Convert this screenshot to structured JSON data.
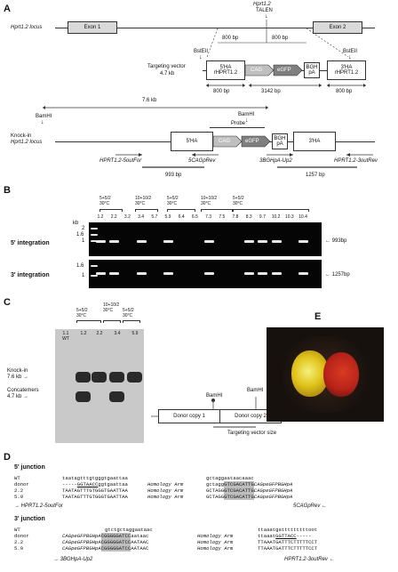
{
  "panel_letters": {
    "a": "A",
    "b": "B",
    "c": "C",
    "d": "D",
    "e": "E"
  },
  "panel_a": {
    "hprt_talen": "Hprt1.2",
    "talen": "TALEN",
    "locus": "Hprt1.2 locus",
    "exon1": "Exon 1",
    "exon2": "Exon 2",
    "bp800_left": "800 bp",
    "bp800_right": "800 bp",
    "bstEII_left": "BstEII",
    "bstEII_right": "BstEII",
    "targeting_vector": "Targeting vector",
    "kb47": "4.7 kb",
    "ha5": "5'HA",
    "rhprt_left": "rHPRT1.2",
    "cag": "CAG",
    "egfp": "eGFP",
    "bgh": "BGH",
    "pa": "pA",
    "ha3": "3'HA",
    "rhprt_right": "rHPRT1.2",
    "dim_800a": "800 bp",
    "dim_3142": "3142 bp",
    "dim_800b": "800 bp",
    "kb76": "7.6 kb",
    "bamhi_left": "BamHI",
    "bamhi_right": "BamHI",
    "probe": "Probe",
    "knockin": "Knock-in",
    "knockin_locus": "Hprt1.2 locus",
    "p_5outfor": "HPRT1.2-5outFor",
    "p_5cagprev": "5CAGpRev",
    "p_3bgh": "3BGHpA-Up2",
    "p_3outrev": "HPRT1.2-3outRev",
    "size993": "993 bp",
    "size1257": "1257 bp"
  },
  "panel_b": {
    "groups": [
      {
        "label1": "5+5/2",
        "label2": "30°C"
      },
      {
        "label1": "10+10/2",
        "label2": "30°C"
      },
      {
        "label1": "5+5/2",
        "label2": "30°C"
      },
      {
        "label1": "10+10/2",
        "label2": "30°C"
      },
      {
        "label1": "5+5/2",
        "label2": "30°C"
      }
    ],
    "lanes": [
      "1.2",
      "2.2",
      "3.2",
      "3.4",
      "5.7",
      "5.9",
      "6.4",
      "6.5",
      "7.3",
      "7.5",
      "7.8",
      "8.3",
      "9.7",
      "10.2",
      "10.3",
      "10.4"
    ],
    "kb_label": "kb",
    "ladder_top": [
      "2",
      "1.6",
      "1"
    ],
    "ladder_bottom": [
      "1.6",
      "1"
    ],
    "row1": "5' integration",
    "row2": "3' integration",
    "size1": "993bp",
    "size2": "1257bp"
  },
  "panel_c": {
    "groups": [
      {
        "label1": "5+5/2",
        "label2": "30°C"
      },
      {
        "label1": "10+10/2",
        "label2": "30°C"
      },
      {
        "label1": "5+5/2",
        "label2": "30°C"
      }
    ],
    "lanes": [
      "1.1 WT",
      "1.2",
      "2.2",
      "3.4",
      "5.9"
    ],
    "knockin": "Knock-in",
    "kb76": "7.6 kb",
    "concat": "Concatemers",
    "kb47": "4.7 kb",
    "bamhi1": "BamHI",
    "bamhi2": "BamHI",
    "donor1": "Donor copy 1",
    "donor2": "Donor copy 2",
    "tvs": "Targeting vector size"
  },
  "panel_d": {
    "j5_title": "5' junction",
    "j3_title": "3' junction",
    "homology": "Homology Arm",
    "j5_wt_name": "WT",
    "j5_wt_seq": "taatagtttgtgggtgaattaa",
    "j5_wt_seq2": "gctaggaataacaaac",
    "j5_donor_name": "donor",
    "j5_donor_pre": "-----",
    "j5_donor_hl": "GGTAACC",
    "j5_donor_post": "ggtgaattaa",
    "j5_donor_r_pre": "gctagg",
    "j5_donor_r_hl": "GTCGACATTG",
    "j5_donor_r_post": "CAGpeGFPBGHpA",
    "j5_22_name": "2.2",
    "j5_22_seq": "TAATAGTTTGTGGGTGAATTAA",
    "j5_22_r_pre": "GCTAGG",
    "j5_22_r_hl": "GTCGACATTG",
    "j5_22_r_post": "CAGpeGFPBGHpA",
    "j5_59_name": "5.9",
    "j5_59_seq": "TAATAGTTTGTGGGTGAATTAA",
    "j5_59_r_pre": "GCTAGG",
    "j5_59_r_hl": "GTCGACATTG",
    "j5_59_r_post": "CAGpeGFPBGHpA",
    "j5_primer_l": "HPRT1.2-5outFor",
    "j5_primer_r": "5CAGpRev",
    "j3_wt_name": "WT",
    "j3_wt_seq": "gtctgctaggaataac",
    "j3_wt_seq2": "ttaaatgatttttttttoot",
    "j3_donor_name": "donor",
    "j3_donor_pre": "CAGpeGFPBGHpA",
    "j3_donor_hl": "CGGGGGATCC",
    "j3_donor_post": "aataac",
    "j3_donor_r_pre": "ttaaat",
    "j3_donor_r_hl": "GGTTACC",
    "j3_donor_r_post": "-----",
    "j3_22_name": "2.2",
    "j3_22_pre": "CAGpeGFPBGHpA",
    "j3_22_hl": "CGGGGGATCC",
    "j3_22_post": "AATAAC",
    "j3_22_r": "TTAAATGATTTCTTTTTCCT",
    "j3_59_name": "5.9",
    "j3_59_pre": "CAGpeGFPBGHpA",
    "j3_59_hl": "CGGGGGATCC",
    "j3_59_post": "AATAAC",
    "j3_59_r": "TTAAATGATTTCTTTTTCCT",
    "j3_primer_l": "3BGHpA-Up2",
    "j3_primer_r": "HPRT1.2-3outRev"
  },
  "colors": {
    "gel": "#050505",
    "band": "#e8e8e8",
    "highlight": "#bfbfbf",
    "fish_yellow": "#f2d21b",
    "fish_red": "#c8241a"
  }
}
